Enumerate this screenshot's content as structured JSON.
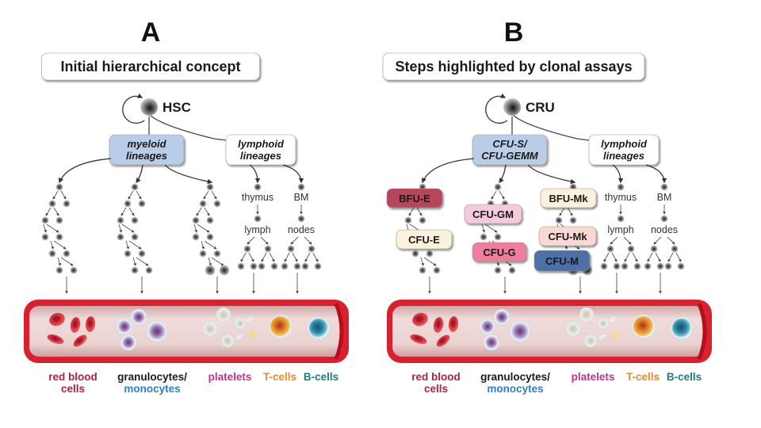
{
  "panels": [
    {
      "letter": "A",
      "title": "Initial hierarchical concept",
      "root": "HSC",
      "myeloid_box": [
        "myeloid",
        "lineages"
      ],
      "lymphoid_box": [
        "lymphoid",
        "lineages"
      ],
      "lymphoid_sites": {
        "t": [
          "thymus",
          "lymph"
        ],
        "b": [
          "BM",
          "nodes"
        ]
      },
      "progenitors": [],
      "blood_labels": [
        {
          "lines": [
            "red blood",
            "cells"
          ],
          "colors": [
            "#b5213a",
            "#b5213a"
          ]
        },
        {
          "lines": [
            "granulocytes/",
            "monocytes"
          ],
          "colors": [
            "#1a1a1a",
            "#2f7fc1"
          ]
        },
        {
          "lines": [
            "platelets"
          ],
          "colors": [
            "#c2338f"
          ]
        },
        {
          "lines": [
            "T-cells"
          ],
          "colors": [
            "#ef8a2e"
          ]
        },
        {
          "lines": [
            "B-cells"
          ],
          "colors": [
            "#1b8080"
          ]
        }
      ]
    },
    {
      "letter": "B",
      "title": "Steps highlighted by clonal assays",
      "root": "CRU",
      "myeloid_box": [
        "CFU-S/",
        "CFU-GEMM"
      ],
      "lymphoid_box": [
        "lymphoid",
        "lineages"
      ],
      "lymphoid_sites": {
        "t": [
          "thymus",
          "lymph"
        ],
        "b": [
          "BM",
          "nodes"
        ]
      },
      "progenitors": [
        {
          "label": "BFU-E",
          "fill": "#b8445a",
          "text": "#1a1a1a"
        },
        {
          "label": "CFU-E",
          "fill": "#fbf1dc",
          "text": "#1a1a1a"
        },
        {
          "label": "CFU-GM",
          "fill": "#f6c9dc",
          "text": "#1a1a1a"
        },
        {
          "label": "CFU-G",
          "fill": "#ef7d9b",
          "text": "#1a1a1a"
        },
        {
          "label": "BFU-Mk",
          "fill": "#fbf1dc",
          "text": "#1a1a1a"
        },
        {
          "label": "CFU-Mk",
          "fill": "#fbd9d2",
          "text": "#1a1a1a"
        },
        {
          "label": "CFU-M",
          "fill": "#4e6fa6",
          "text": "#1a1a1a"
        }
      ],
      "blood_labels": [
        {
          "lines": [
            "red blood",
            "cells"
          ],
          "colors": [
            "#b5213a",
            "#b5213a"
          ]
        },
        {
          "lines": [
            "granulocytes/",
            "monocytes"
          ],
          "colors": [
            "#1a1a1a",
            "#2f7fc1"
          ]
        },
        {
          "lines": [
            "platelets"
          ],
          "colors": [
            "#c2338f"
          ]
        },
        {
          "lines": [
            "T-cells"
          ],
          "colors": [
            "#ef8a2e"
          ]
        },
        {
          "lines": [
            "B-cells"
          ],
          "colors": [
            "#1b8080"
          ]
        }
      ]
    }
  ],
  "colors": {
    "myeloid_box": "#b9cce8",
    "vessel_wall": "#d9202e",
    "vessel_lumen": "#e8cccb",
    "cell_dark": "#555555"
  }
}
